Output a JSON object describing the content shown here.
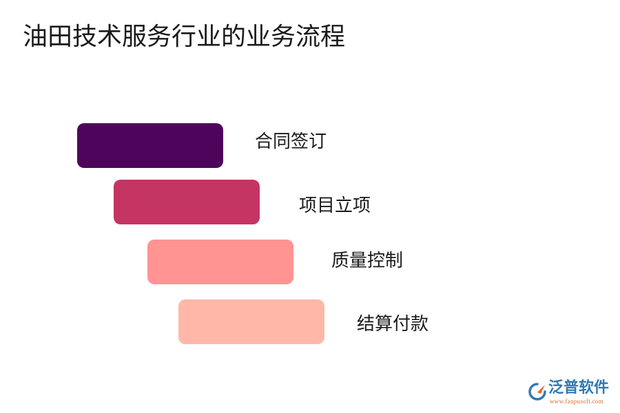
{
  "title": "油田技术服务行业的业务流程",
  "steps": [
    {
      "label": "合同签订",
      "color": "#4f045b"
    },
    {
      "label": "项目立项",
      "color": "#c43563"
    },
    {
      "label": "质量控制",
      "color": "#ff9493"
    },
    {
      "label": "结算付款",
      "color": "#ffb8a8"
    }
  ],
  "logo": {
    "name": "泛普软件",
    "url": "www.fanpusoft.com",
    "color": "#2f79b6",
    "accent": "#e06a2a"
  }
}
